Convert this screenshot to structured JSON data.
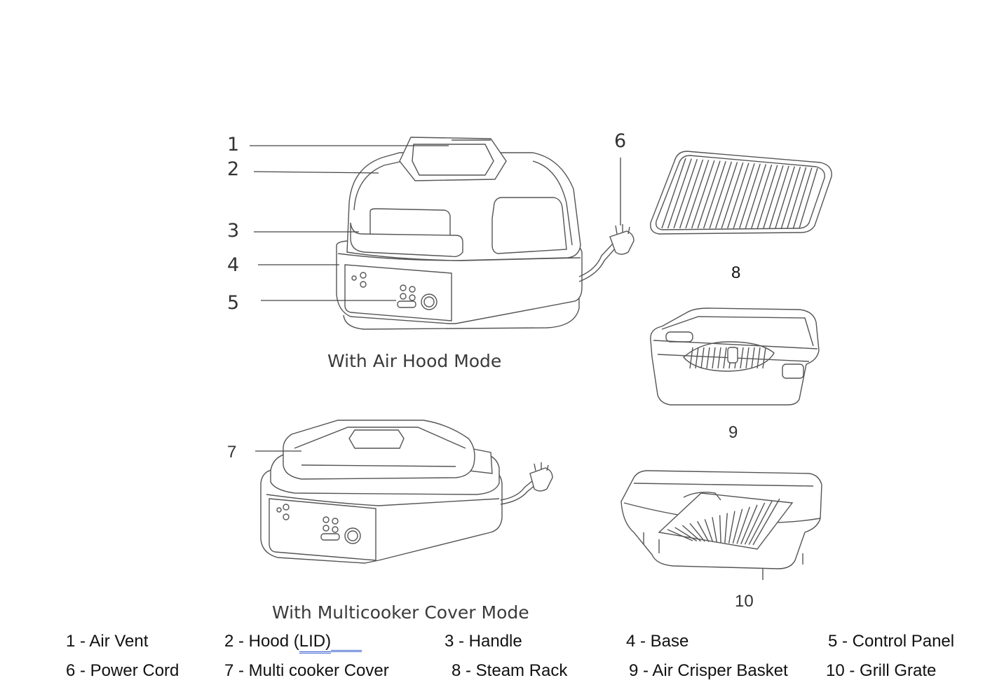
{
  "callouts": [
    "1",
    "2",
    "3",
    "4",
    "5",
    "6",
    "7",
    "8",
    "9",
    "10"
  ],
  "captions": {
    "air_hood": "With Air Hood Mode",
    "multicooker": "With Multicooker Cover Mode"
  },
  "legend": [
    {
      "num": "1",
      "label": "1 - Air Vent"
    },
    {
      "num": "2",
      "label_main": "2 - Hood (",
      "label_underlined": "LID)"
    },
    {
      "num": "3",
      "label": "3 - Handle"
    },
    {
      "num": "4",
      "label": "4 - Base"
    },
    {
      "num": "5",
      "label": "5 - Control Panel"
    },
    {
      "num": "6",
      "label": "6 - Power Cord"
    },
    {
      "num": "7",
      "label": "7 - Multi cooker Cover"
    },
    {
      "num": "8",
      "label": "8 - Steam Rack"
    },
    {
      "num": "9",
      "label": "9 - Air Crisper Basket"
    },
    {
      "num": "10",
      "label": "10 - Grill Grate"
    }
  ]
}
